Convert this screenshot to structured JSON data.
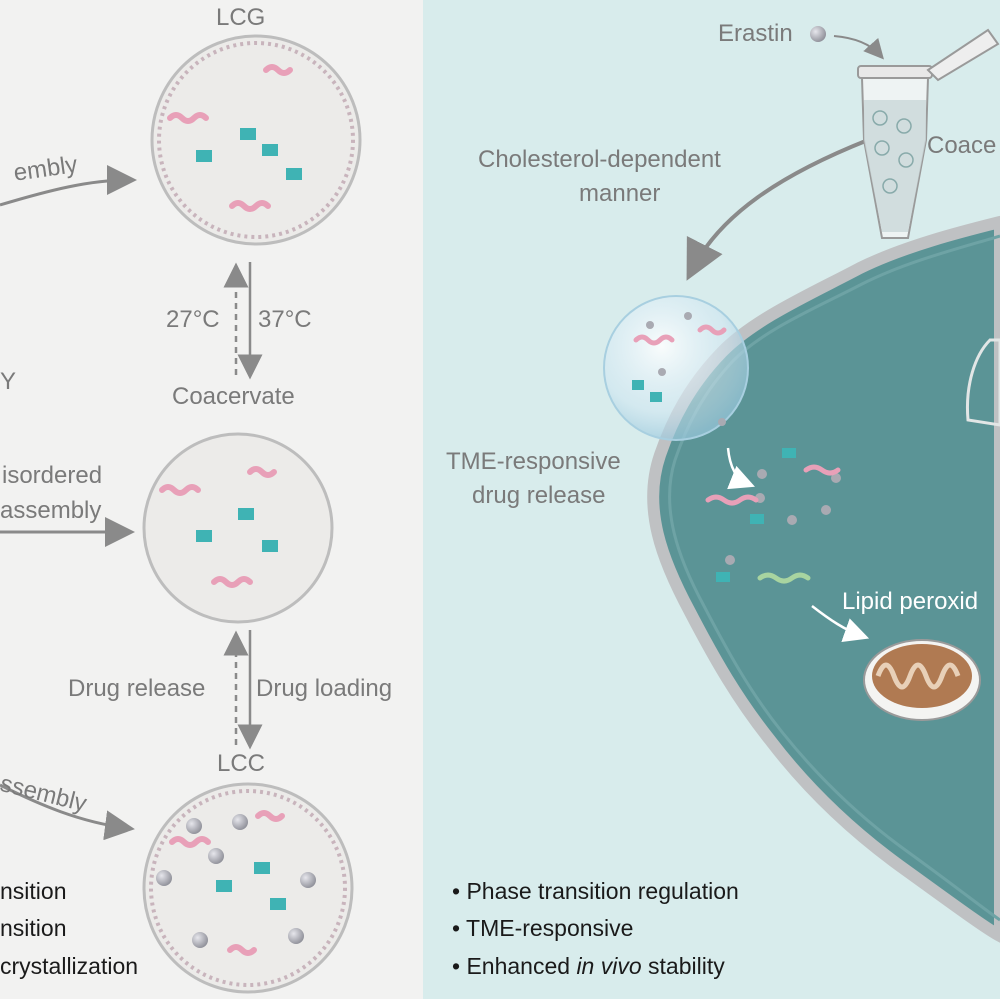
{
  "left": {
    "state_top": "LCG",
    "state_mid": "Coacervate",
    "state_bottom": "LCC",
    "temp_left": "27°C",
    "temp_right": "37°C",
    "release": "Drug release",
    "loading": "Drug loading",
    "frag_assembly_top": "embly",
    "frag_y": "Y",
    "frag_disordered": "isordered",
    "frag_assembly_mid": "assembly",
    "frag_assembly_bottom": "ssembly",
    "bullets": [
      "nsition",
      "nsition",
      "crystallization"
    ]
  },
  "right": {
    "erastin": "Erastin",
    "tube_label": "Coace",
    "cholesterol_l1": "Cholesterol-dependent",
    "cholesterol_l2": "manner",
    "tme_l1": "TME-responsive",
    "tme_l2": "drug release",
    "lipid": "Lipid peroxid",
    "features": {
      "b1": "• Phase transition regulation",
      "b2": "• TME-responsive",
      "b3_pre": "• Enhanced ",
      "b3_em": "in vivo",
      "b3_post": " stability"
    }
  },
  "colors": {
    "left_bg": "#f2f2f1",
    "right_bg": "#d8ecec",
    "cell": "#5b9496",
    "teal_peptide": "#3fb3b4",
    "pink_chain": "#e8a0b8",
    "green_chain": "#a8d4a0",
    "drug_sphere": "#a9aab2"
  }
}
